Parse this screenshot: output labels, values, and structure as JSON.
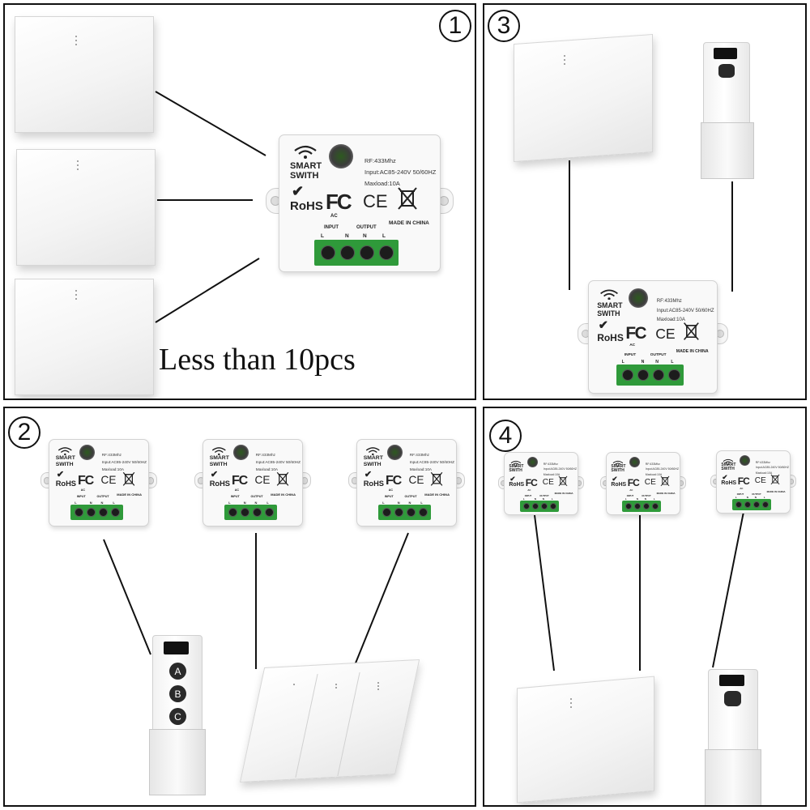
{
  "panels": [
    {
      "number": "1",
      "caption": "Less than 10pcs"
    },
    {
      "number": "2"
    },
    {
      "number": "3"
    },
    {
      "number": "4"
    }
  ],
  "module": {
    "title_line1": "SMART",
    "title_line2": "SWITH",
    "spec_rf": "RF:433Mhz",
    "spec_input": "Input:AC85-240V 50/60HZ",
    "spec_load": "Maxload:10A",
    "rohs": "RoHS",
    "fc": "FC",
    "ce": "CE",
    "ac": "AC",
    "input_label": "INPUT",
    "output_label": "OUTPUT",
    "terminal_labels": [
      "L",
      "N",
      "N",
      "L"
    ],
    "made_in": "MADE IN CHINA"
  },
  "remote_buttons": [
    "A",
    "B",
    "C"
  ]
}
